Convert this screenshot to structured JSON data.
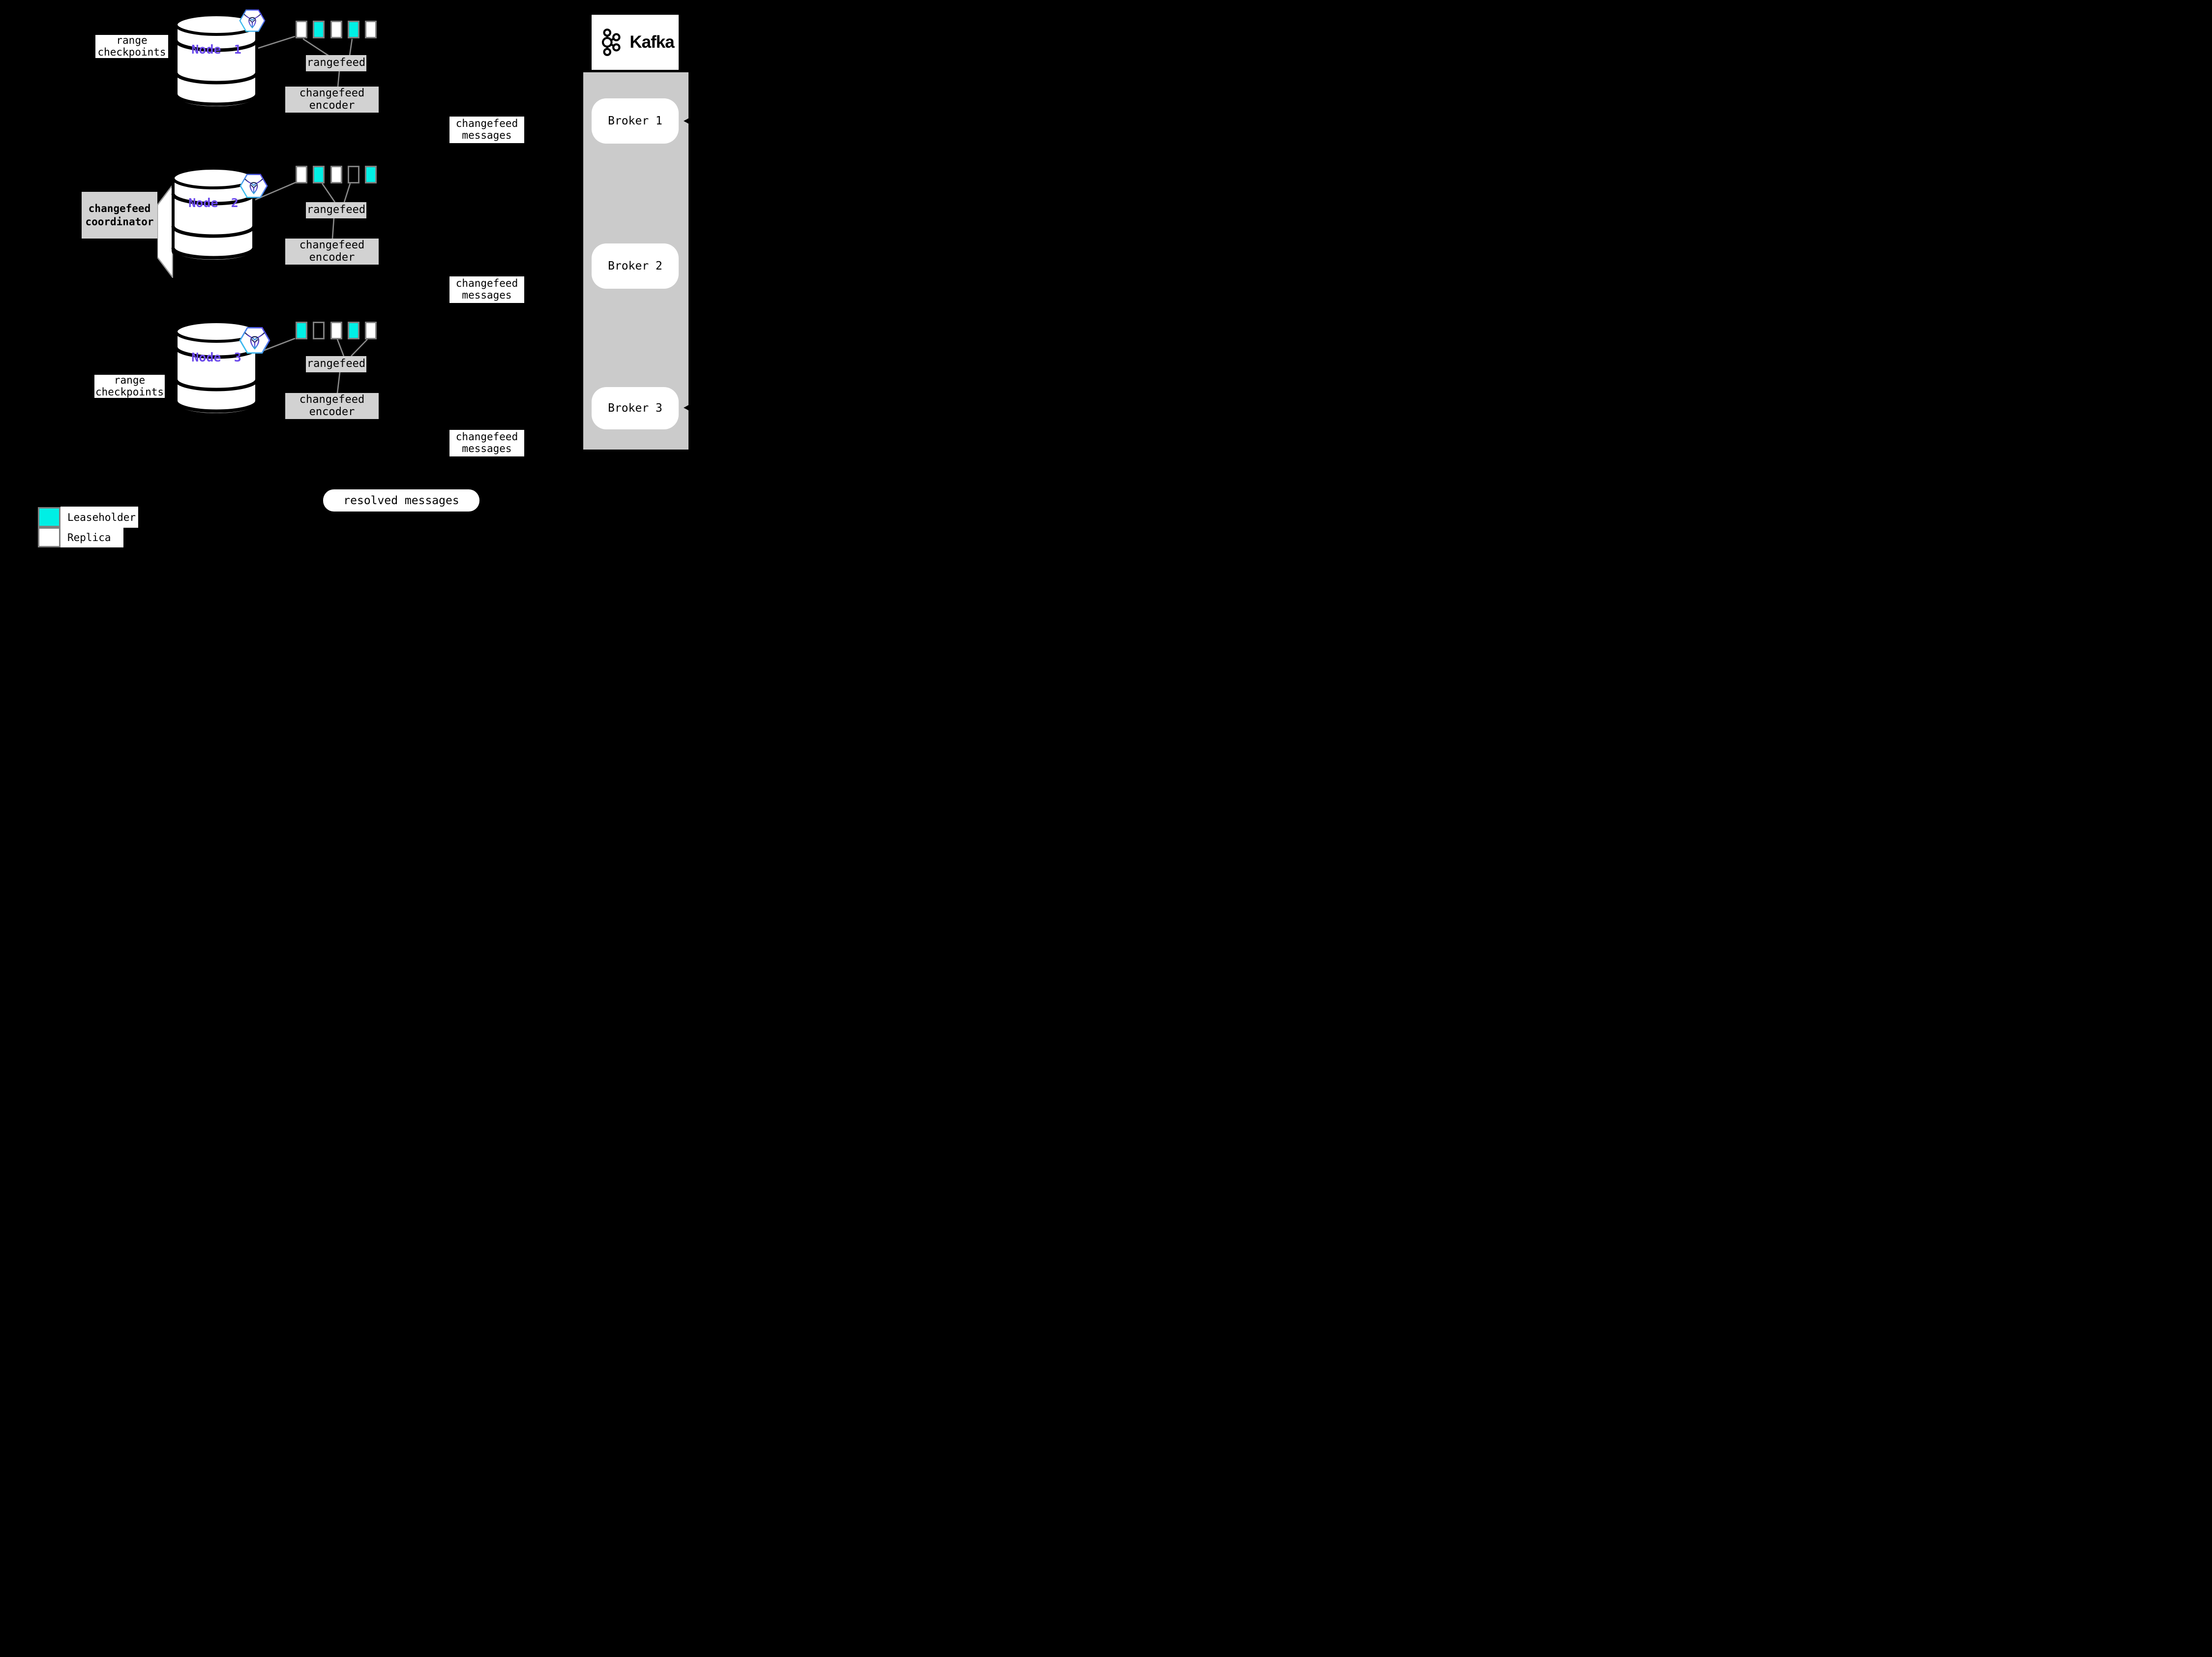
{
  "colors": {
    "background": "#000000",
    "leaseholder": "#00EFE5",
    "replica": "#FFFFFF",
    "swatch_border": "#7F7F7F",
    "box_gray": "#D2D2D2",
    "panel_gray": "#CBCBCB",
    "connector_gray": "#8A8A8A",
    "node_label_purple": "#6A48EB"
  },
  "nodes": [
    {
      "name": "Node 1",
      "checkpoint_label": "range checkpoints",
      "rangefeed_label": "rangefeed",
      "encoder_label": "changefeed encoder",
      "messages_label": "changefeed messages",
      "ranges": [
        "replica",
        "leaseholder",
        "replica",
        "leaseholder",
        "replica"
      ]
    },
    {
      "name": "Node 2",
      "coordinator_label": "changefeed coordinator",
      "rangefeed_label": "rangefeed",
      "encoder_label": "changefeed encoder",
      "messages_label": "changefeed messages",
      "ranges": [
        "replica",
        "leaseholder",
        "replica",
        "empty",
        "leaseholder"
      ]
    },
    {
      "name": "Node 3",
      "checkpoint_label": "range checkpoints",
      "rangefeed_label": "rangefeed",
      "encoder_label": "changefeed encoder",
      "messages_label": "changefeed messages",
      "ranges": [
        "leaseholder",
        "empty",
        "replica",
        "leaseholder",
        "replica"
      ]
    }
  ],
  "kafka": {
    "wordmark": "Kafka",
    "brokers": [
      {
        "label": "Broker 1"
      },
      {
        "label": "Broker 2"
      },
      {
        "label": "Broker 3"
      }
    ]
  },
  "resolved_messages_label": "resolved messages",
  "legend": {
    "items": [
      {
        "key": "leaseholder",
        "label": "Leaseholder"
      },
      {
        "key": "replica",
        "label": "Replica"
      }
    ]
  }
}
